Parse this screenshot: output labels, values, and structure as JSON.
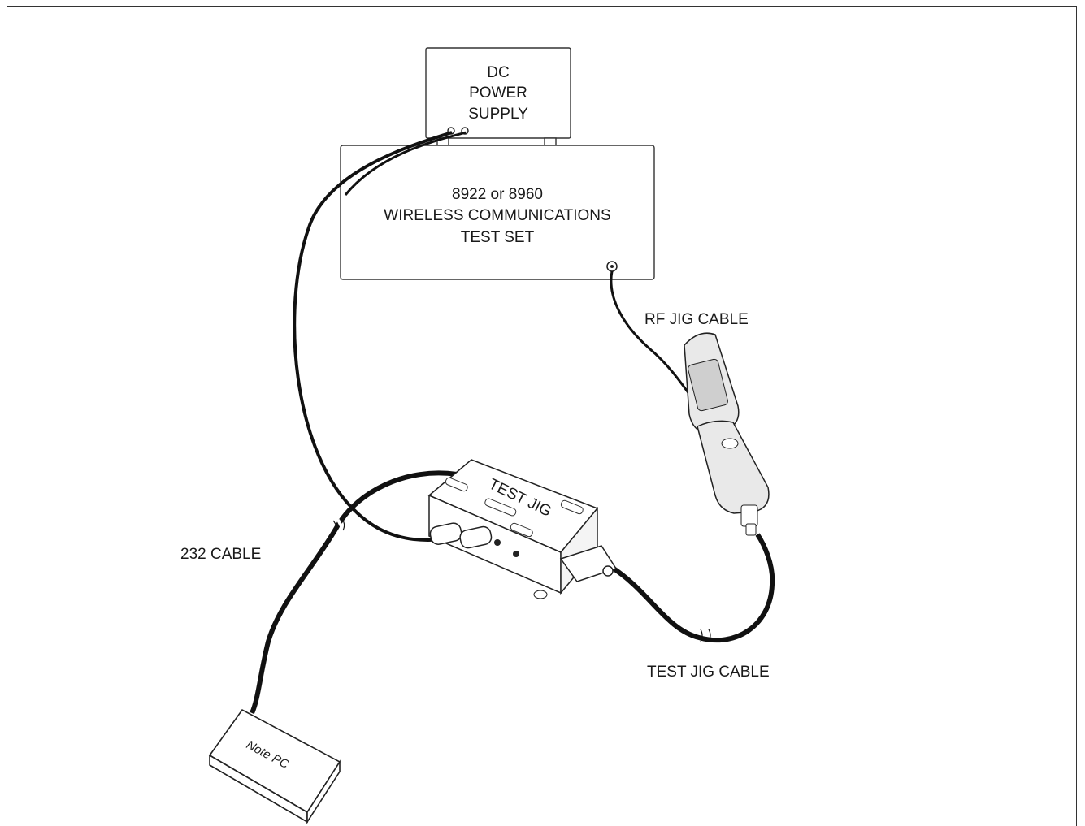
{
  "power_supply": {
    "line1": "DC",
    "line2": "POWER",
    "line3": "SUPPLY"
  },
  "test_set": {
    "line1": "8922 or 8960",
    "line2": "WIRELESS COMMUNICATIONS",
    "line3": "TEST SET"
  },
  "labels": {
    "rf_jig_cable": "RF JIG CABLE",
    "cable_232": "232 CABLE",
    "test_jig_cable": "TEST JIG CABLE",
    "test_jig": "TEST JIG",
    "note_pc": "Note PC"
  }
}
